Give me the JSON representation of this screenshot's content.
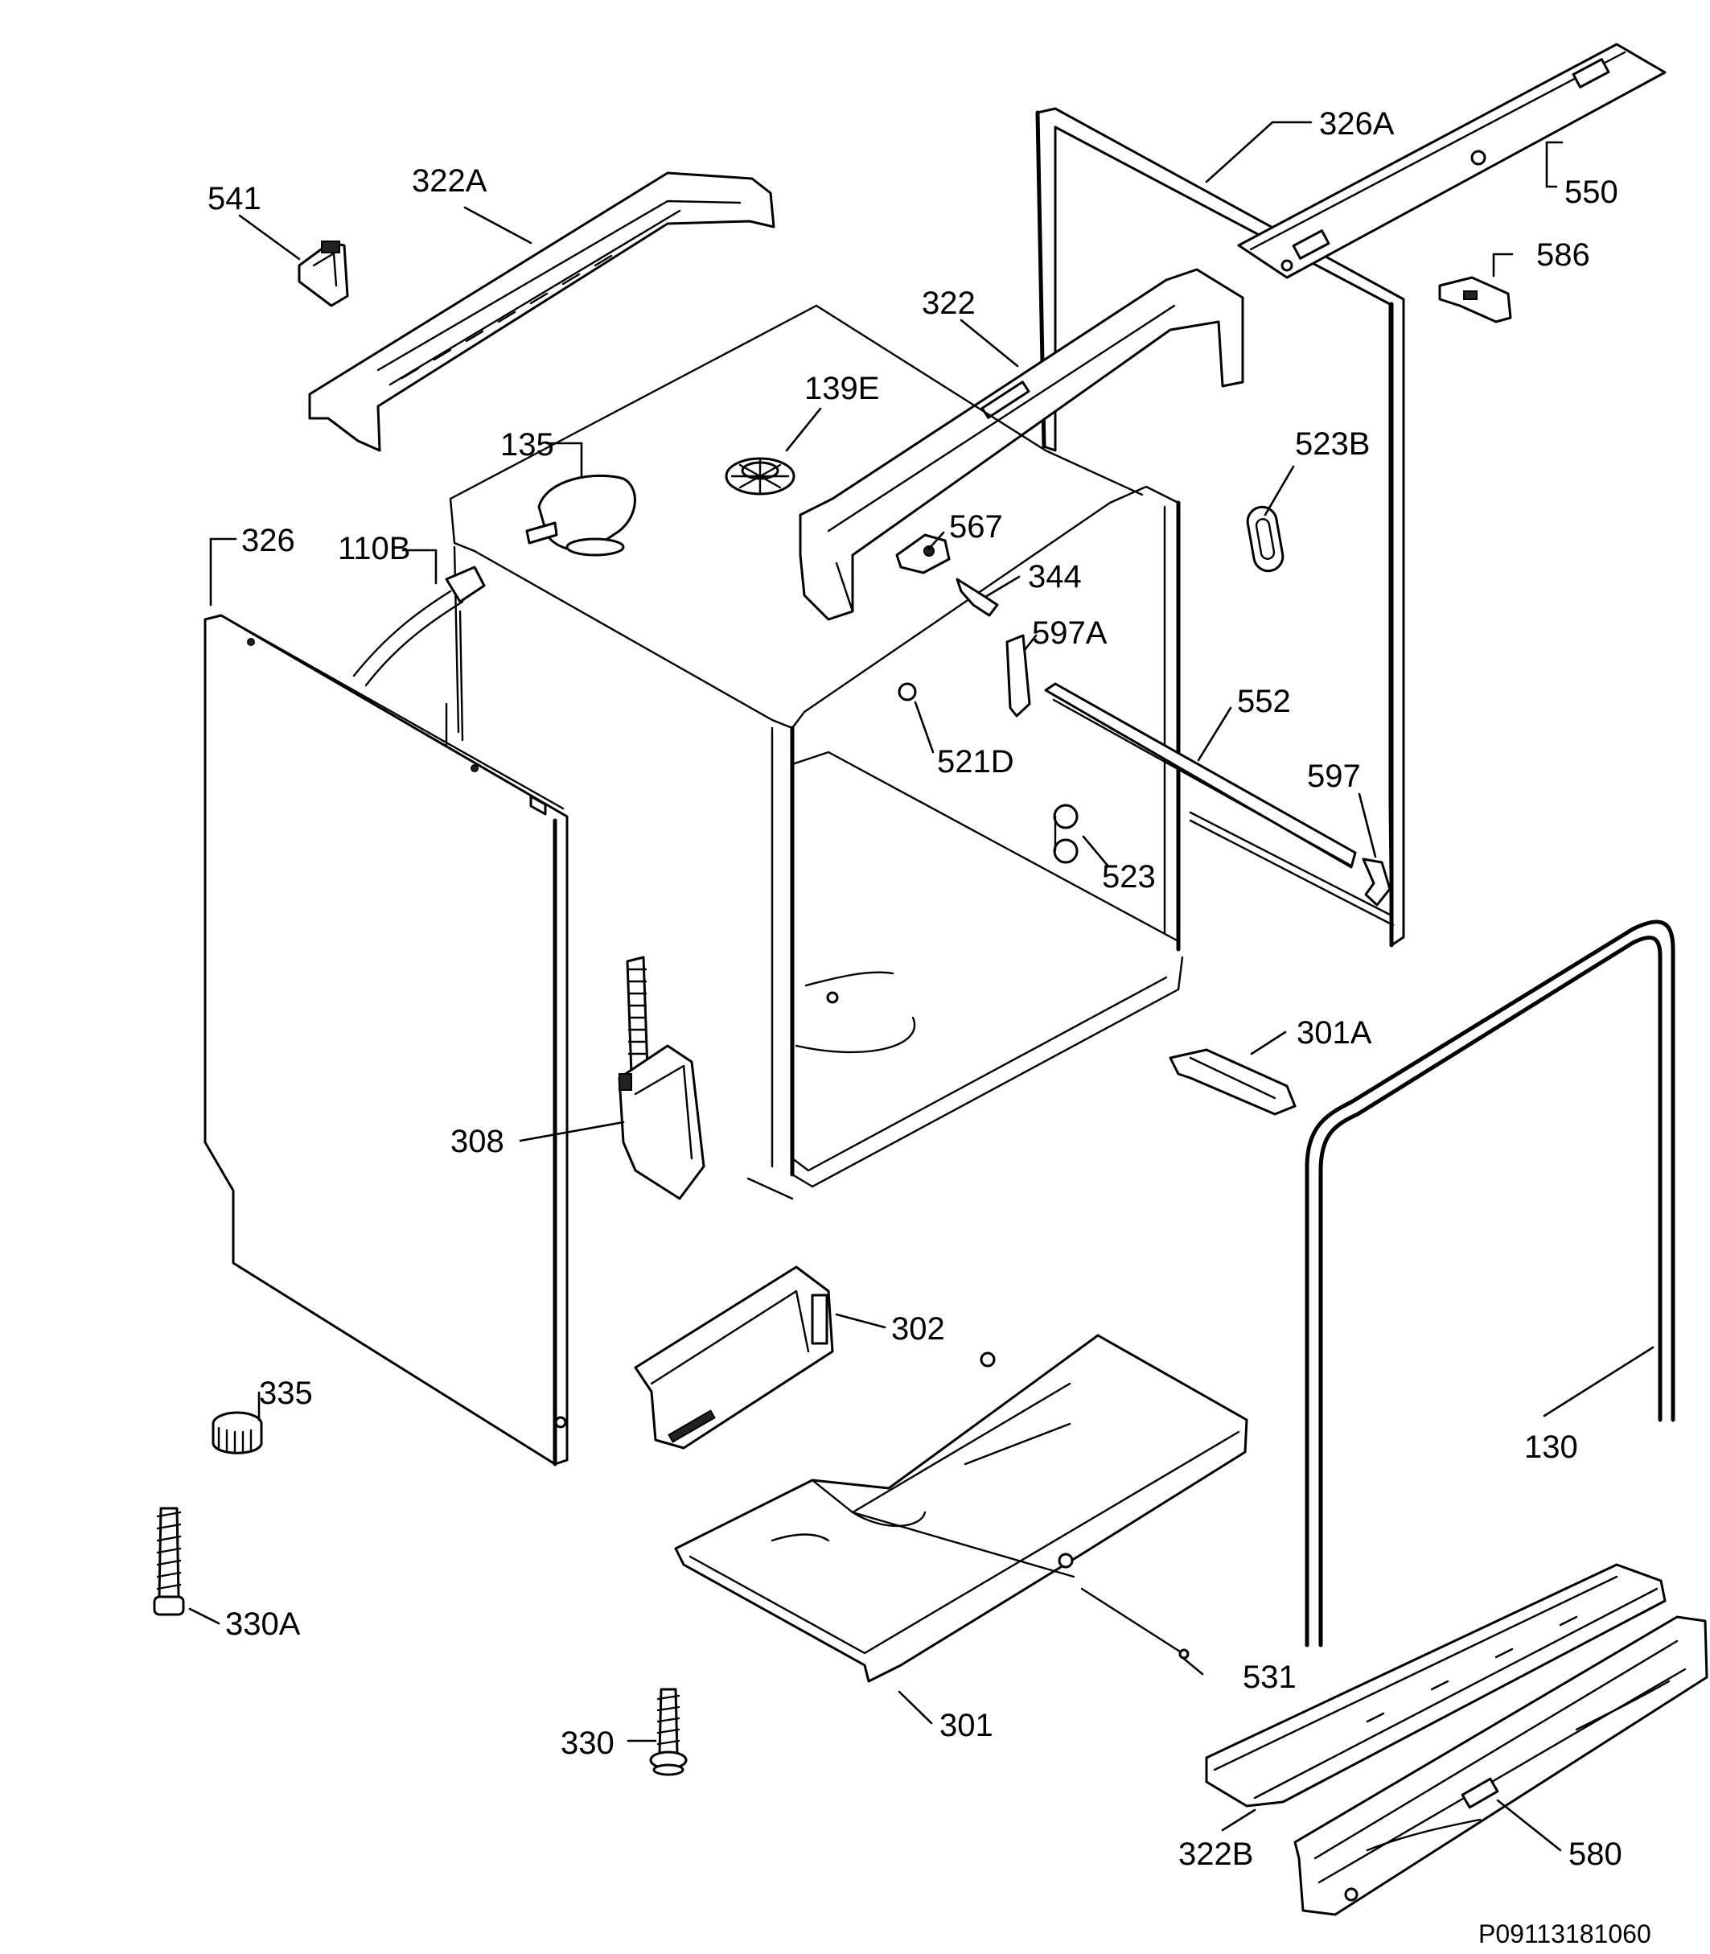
{
  "parts": {
    "p541": "541",
    "p322A": "322A",
    "p326A": "326A",
    "p550": "550",
    "p586": "586",
    "p322": "322",
    "p139E": "139E",
    "p135": "135",
    "p523B": "523B",
    "p326": "326",
    "p110B": "110B",
    "p567": "567",
    "p344": "344",
    "p597A": "597A",
    "p552": "552",
    "p521D": "521D",
    "p597": "597",
    "p523": "523",
    "p301A": "301A",
    "p308": "308",
    "p302": "302",
    "p335": "335",
    "p130": "130",
    "p330A": "330A",
    "p531": "531",
    "p301": "301",
    "p330": "330",
    "p322B": "322B",
    "p580": "580"
  },
  "drawing_code": "P09113181060"
}
